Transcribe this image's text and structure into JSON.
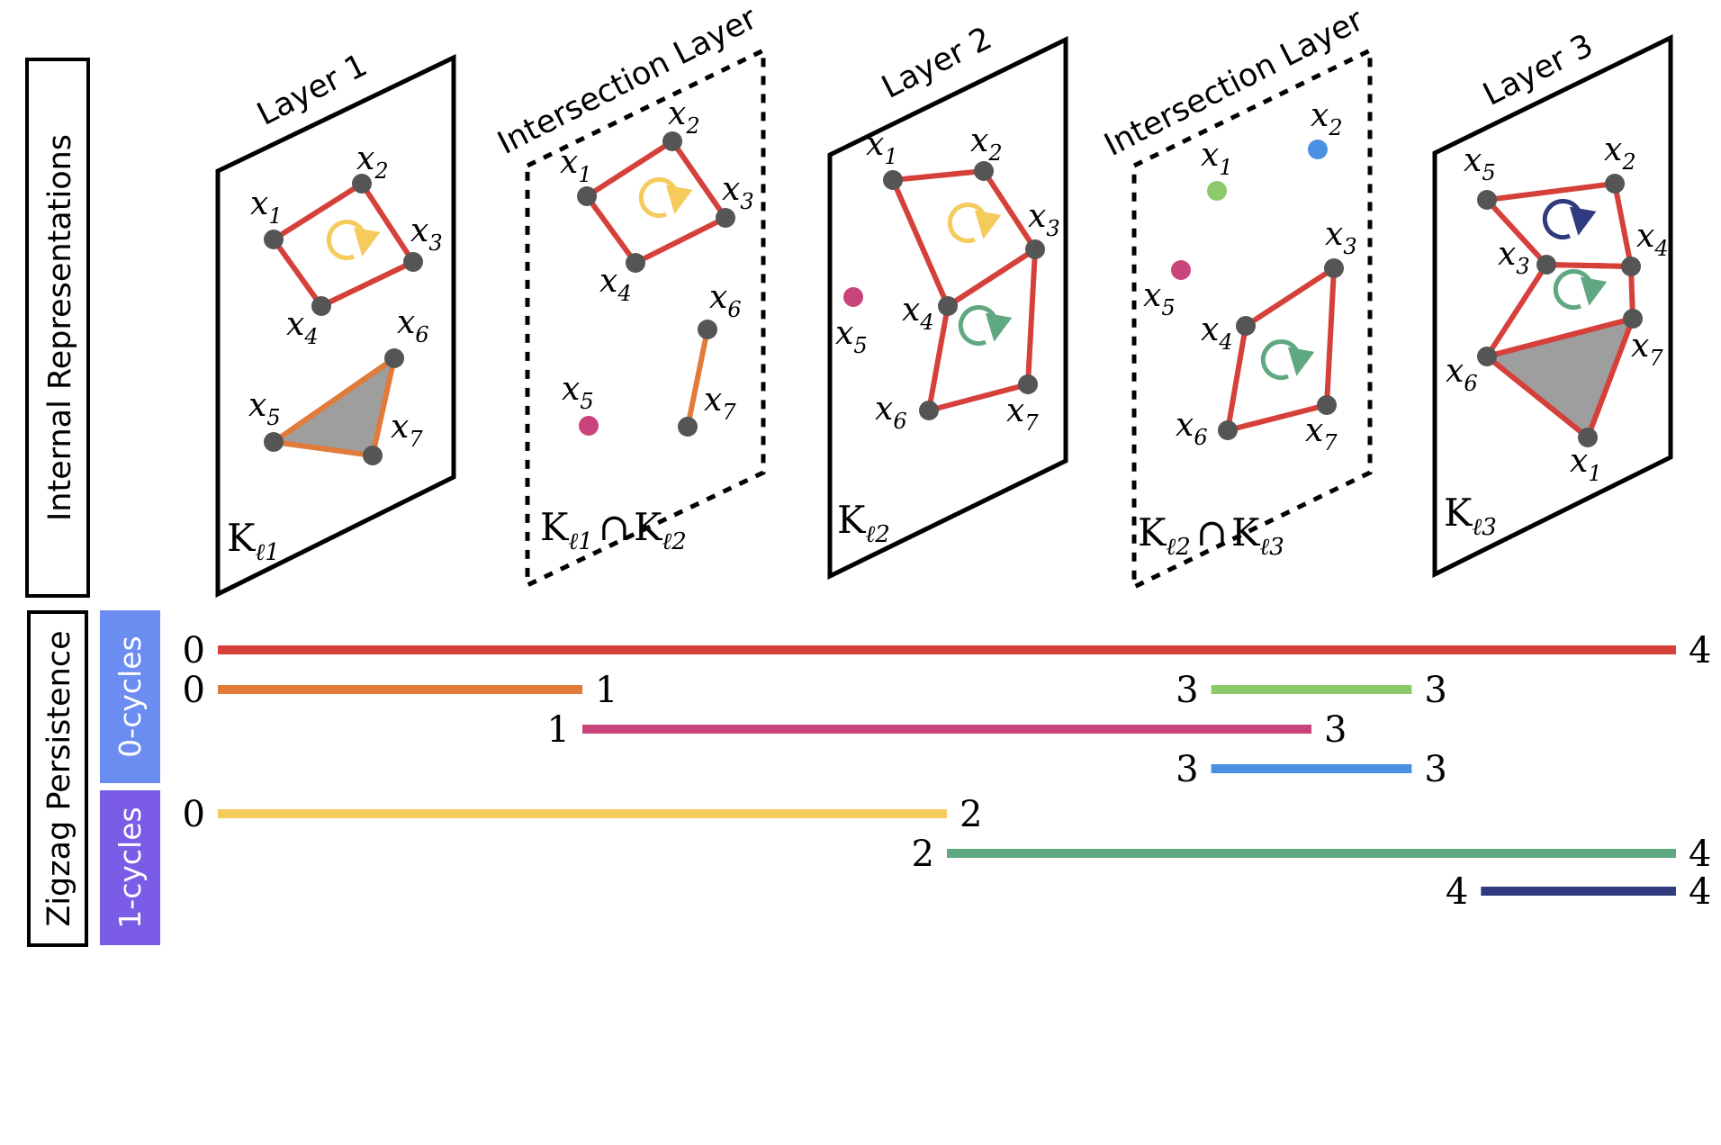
{
  "row_labels": {
    "internal": "Internal Representations",
    "zigzag": "Zigzag Persistence",
    "zero_cycles": "0-cycles",
    "one_cycles": "1-cycles"
  },
  "colors": {
    "node": "#555555",
    "edge_red": "#d6403b",
    "edge_orange": "#e07b3a",
    "fill_gray": "#9e9e9e",
    "yellow": "#f5cb5c",
    "green_teal": "#5fa882",
    "navy": "#2f3b7e",
    "magenta": "#c8447a",
    "light_green": "#8cc96b",
    "blue": "#4a90e2",
    "badge_zero": "#6b8cf0",
    "badge_one": "#7a5ce6"
  },
  "panels": [
    {
      "title": "Layer 1",
      "style": "solid",
      "k_main": "K",
      "k_subs": [
        "ℓ",
        "1"
      ],
      "k_sep": "",
      "nodes": [
        {
          "name": "x",
          "sub": "1",
          "color": "#555555"
        },
        {
          "name": "x",
          "sub": "2",
          "color": "#555555"
        },
        {
          "name": "x",
          "sub": "3",
          "color": "#555555"
        },
        {
          "name": "x",
          "sub": "4",
          "color": "#555555"
        },
        {
          "name": "x",
          "sub": "5",
          "color": "#555555"
        },
        {
          "name": "x",
          "sub": "6",
          "color": "#555555"
        },
        {
          "name": "x",
          "sub": "7",
          "color": "#555555"
        }
      ]
    },
    {
      "title": "Intersection Layer",
      "style": "dashed",
      "k_main": "K",
      "k_subs": [
        "ℓ",
        "1",
        "ℓ",
        "2"
      ],
      "k_sep": "∩",
      "nodes": [
        {
          "name": "x",
          "sub": "1",
          "color": "#555555"
        },
        {
          "name": "x",
          "sub": "2",
          "color": "#555555"
        },
        {
          "name": "x",
          "sub": "3",
          "color": "#555555"
        },
        {
          "name": "x",
          "sub": "4",
          "color": "#555555"
        },
        {
          "name": "x",
          "sub": "5",
          "color": "#c8447a"
        },
        {
          "name": "x",
          "sub": "6",
          "color": "#555555"
        },
        {
          "name": "x",
          "sub": "7",
          "color": "#555555"
        }
      ]
    },
    {
      "title": "Layer 2",
      "style": "solid",
      "k_main": "K",
      "k_subs": [
        "ℓ",
        "2"
      ],
      "k_sep": "",
      "nodes": [
        {
          "name": "x",
          "sub": "1",
          "color": "#555555"
        },
        {
          "name": "x",
          "sub": "2",
          "color": "#555555"
        },
        {
          "name": "x",
          "sub": "3",
          "color": "#555555"
        },
        {
          "name": "x",
          "sub": "4",
          "color": "#555555"
        },
        {
          "name": "x",
          "sub": "5",
          "color": "#c8447a"
        },
        {
          "name": "x",
          "sub": "6",
          "color": "#555555"
        },
        {
          "name": "x",
          "sub": "7",
          "color": "#555555"
        }
      ]
    },
    {
      "title": "Intersection Layer",
      "style": "dashed",
      "k_main": "K",
      "k_subs": [
        "ℓ",
        "2",
        "ℓ",
        "3"
      ],
      "k_sep": "∩",
      "nodes": [
        {
          "name": "x",
          "sub": "1",
          "color": "#8cc96b"
        },
        {
          "name": "x",
          "sub": "2",
          "color": "#4a90e2"
        },
        {
          "name": "x",
          "sub": "3",
          "color": "#555555"
        },
        {
          "name": "x",
          "sub": "4",
          "color": "#555555"
        },
        {
          "name": "x",
          "sub": "5",
          "color": "#c8447a"
        },
        {
          "name": "x",
          "sub": "6",
          "color": "#555555"
        },
        {
          "name": "x",
          "sub": "7",
          "color": "#555555"
        }
      ]
    },
    {
      "title": "Layer 3",
      "style": "solid",
      "k_main": "K",
      "k_subs": [
        "ℓ",
        "3"
      ],
      "k_sep": "",
      "nodes": [
        {
          "name": "x",
          "sub": "1",
          "color": "#555555"
        },
        {
          "name": "x",
          "sub": "2",
          "color": "#555555"
        },
        {
          "name": "x",
          "sub": "3",
          "color": "#555555"
        },
        {
          "name": "x",
          "sub": "4",
          "color": "#555555"
        },
        {
          "name": "x",
          "sub": "5",
          "color": "#555555"
        },
        {
          "name": "x",
          "sub": "6",
          "color": "#555555"
        },
        {
          "name": "x",
          "sub": "7",
          "color": "#555555"
        }
      ]
    }
  ],
  "barcode": {
    "bars": [
      {
        "group": "0-cycles",
        "birth": "0",
        "death": "4",
        "birth_value": 0,
        "death_value": 4,
        "color": "#d6403b"
      },
      {
        "group": "0-cycles",
        "birth": "0",
        "death": "1",
        "birth_value": 0,
        "death_value": 1,
        "color": "#e07b3a"
      },
      {
        "group": "0-cycles",
        "birth": "3",
        "death": "3",
        "birth_value": 3,
        "death_value": 3,
        "color": "#8cc96b"
      },
      {
        "group": "0-cycles",
        "birth": "1",
        "death": "3",
        "birth_value": 1,
        "death_value": 3,
        "color": "#c8447a"
      },
      {
        "group": "0-cycles",
        "birth": "3",
        "death": "3",
        "birth_value": 3,
        "death_value": 3,
        "color": "#4a90e2"
      },
      {
        "group": "1-cycles",
        "birth": "0",
        "death": "2",
        "birth_value": 0,
        "death_value": 2,
        "color": "#f5cb5c"
      },
      {
        "group": "1-cycles",
        "birth": "2",
        "death": "4",
        "birth_value": 2,
        "death_value": 4,
        "color": "#5fa882"
      },
      {
        "group": "1-cycles",
        "birth": "4",
        "death": "4",
        "birth_value": 4,
        "death_value": 4,
        "color": "#2f3b7e"
      }
    ]
  }
}
